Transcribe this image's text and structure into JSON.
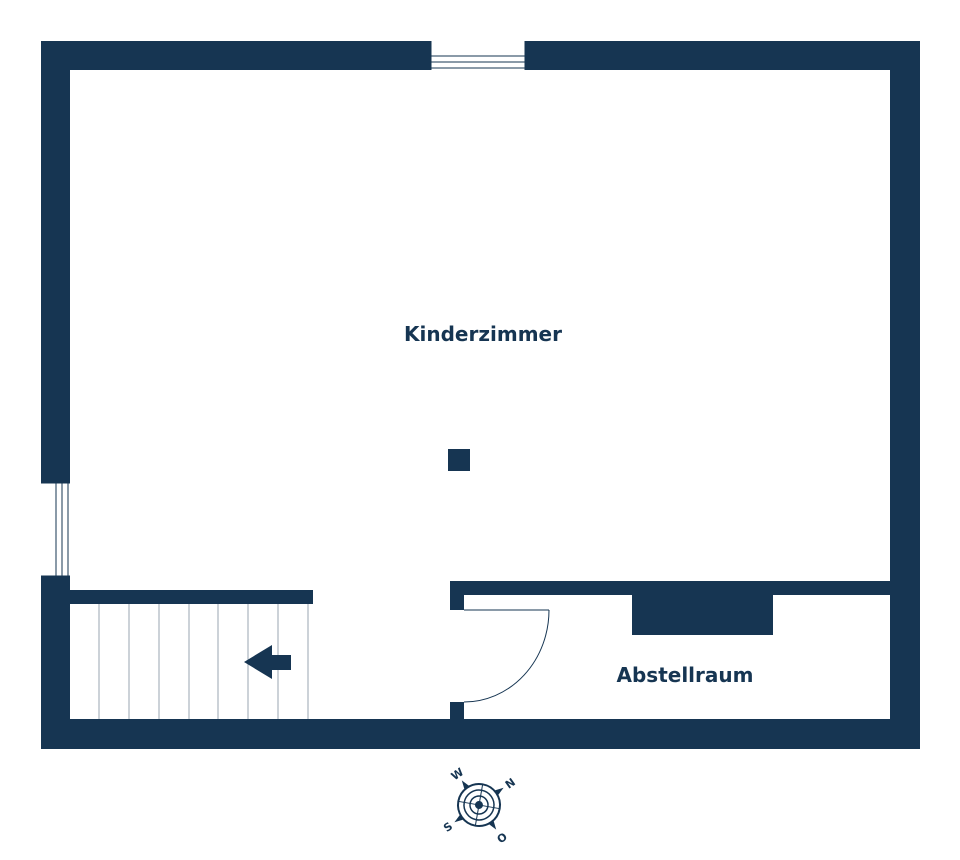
{
  "floorplan": {
    "rooms": [
      {
        "id": "kinderzimmer",
        "label": "Kinderzimmer"
      },
      {
        "id": "abstellraum",
        "label": "Abstellraum"
      }
    ],
    "compass": {
      "n": "N",
      "o": "O",
      "s": "S",
      "w": "W"
    },
    "colors": {
      "wall": "#163552",
      "background": "#ffffff",
      "stair_line": "#9aa6b2"
    }
  }
}
